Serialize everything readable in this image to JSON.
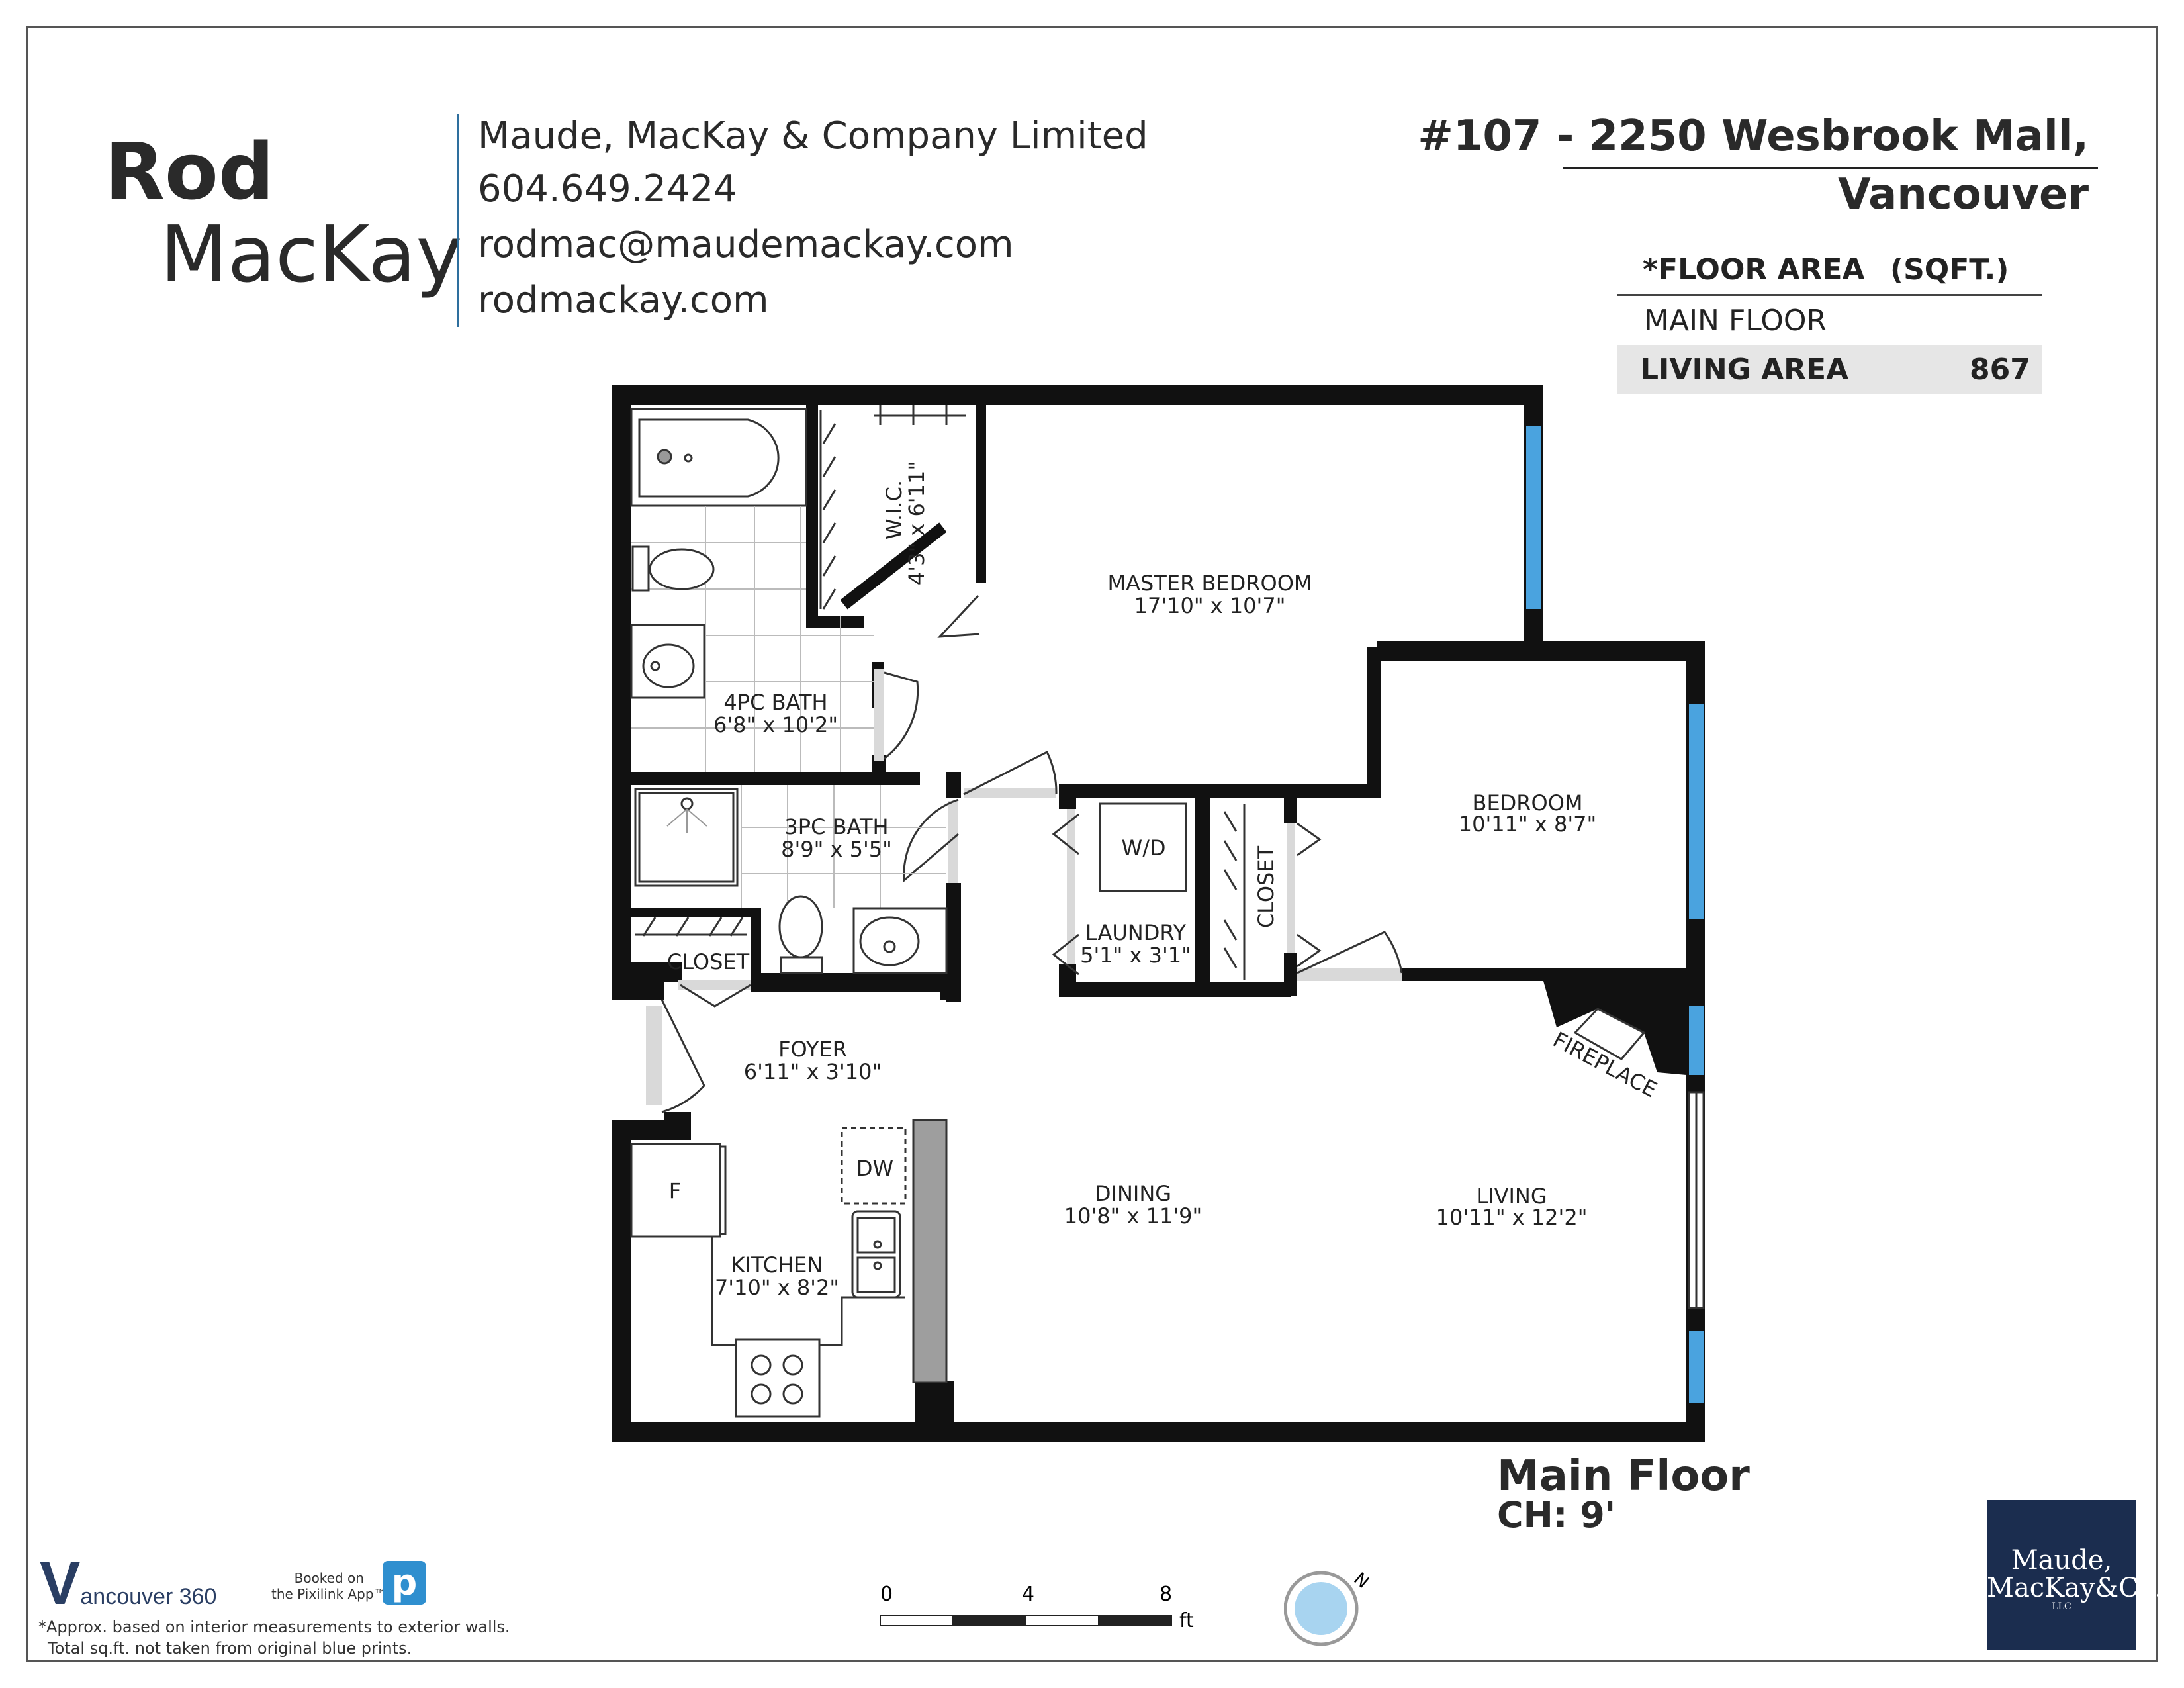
{
  "agent": {
    "first_name": "Rod",
    "last_name": "MacKay",
    "company": "Maude, MacKay & Company Limited",
    "phone": "604.649.2424",
    "email": "rodmac@maudemackay.com",
    "website": "rodmackay.com"
  },
  "property": {
    "address_line1": "#107 - 2250 Wesbrook Mall,",
    "address_line2": "Vancouver"
  },
  "area_table": {
    "col1_header": "*FLOOR AREA",
    "col2_header": "(SQFT.)",
    "row_main": "MAIN FLOOR",
    "row_living_label": "LIVING AREA",
    "row_living_value": "867"
  },
  "rooms": {
    "master_bedroom": {
      "name": "MASTER BEDROOM",
      "dims": "17'10\" x 10'7\""
    },
    "wic": {
      "name": "W.I.C.",
      "dims": "4'3\" x 6'11\""
    },
    "bath4": {
      "name": "4PC BATH",
      "dims": "6'8\" x 10'2\""
    },
    "bath3": {
      "name": "3PC BATH",
      "dims": "8'9\" x 5'5\""
    },
    "closet_small": {
      "name": "CLOSET"
    },
    "foyer": {
      "name": "FOYER",
      "dims": "6'11\" x 3'10\""
    },
    "laundry": {
      "name": "LAUNDRY",
      "dims": "5'1\" x 3'1\""
    },
    "wd": {
      "name": "W/D"
    },
    "closet_bed": {
      "name": "CLOSET"
    },
    "bedroom": {
      "name": "BEDROOM",
      "dims": "10'11\" x 8'7\""
    },
    "fireplace": {
      "name": "FIREPLACE"
    },
    "dining": {
      "name": "DINING",
      "dims": "10'8\" x 11'9\""
    },
    "living": {
      "name": "LIVING",
      "dims": "10'11\" x 12'2\""
    },
    "kitchen": {
      "name": "KITCHEN",
      "dims": "7'10\" x 8'2\""
    },
    "fridge": {
      "name": "F"
    },
    "dishwasher": {
      "name": "DW"
    }
  },
  "floor": {
    "title": "Main Floor",
    "ceiling": "CH: 9'"
  },
  "scale_bar": {
    "labels": [
      "0",
      "4",
      "8"
    ],
    "unit": "ft"
  },
  "compass": {
    "label": "N",
    "icon": "compass-icon"
  },
  "footer": {
    "brand_v": "V",
    "brand_text": "ancouver 360",
    "booked_line1": "Booked on",
    "booked_line2": "the Pixilink App™",
    "pixilink_letter": "p",
    "note_line1": "*Approx. based on interior measurements to exterior walls.",
    "note_line2": "Total sq.ft. not taken from original blue prints."
  },
  "logo": {
    "line1": "Maude,",
    "line2": "MacKay&Co.",
    "suffix": "LLC"
  },
  "colors": {
    "wall": "#111111",
    "window": "#4aa3df",
    "door_gap": "#d9d9d9",
    "logo_bg": "#1b2d4f",
    "accent_line": "#2e6f9e"
  }
}
